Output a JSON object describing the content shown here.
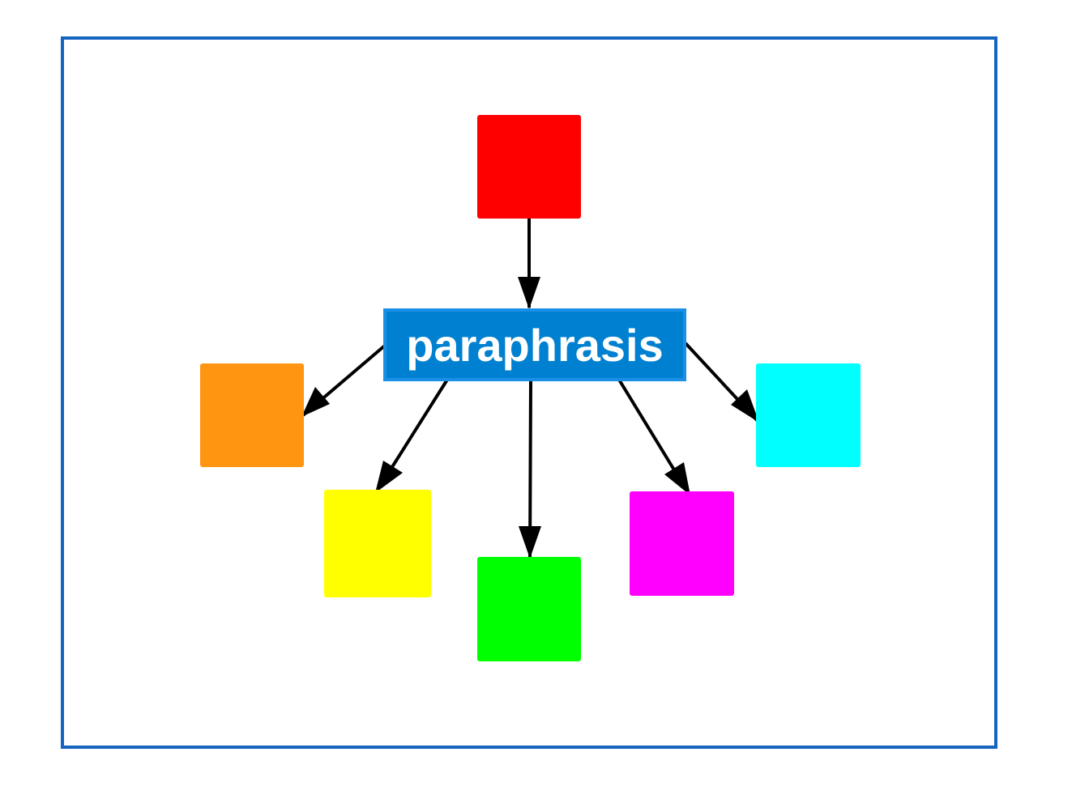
{
  "diagram": {
    "center": {
      "label": "paraphrasis",
      "fill": "#0080D0",
      "stroke": "#1A8FE8"
    },
    "frame_color": "#1565C0",
    "arrow_color": "#000000",
    "nodes": [
      {
        "id": "red",
        "color": "#FF0000",
        "edge": "incoming"
      },
      {
        "id": "orange",
        "color": "#FF9510",
        "edge": "outgoing"
      },
      {
        "id": "yellow",
        "color": "#FFFF00",
        "edge": "outgoing"
      },
      {
        "id": "green",
        "color": "#00FF00",
        "edge": "outgoing"
      },
      {
        "id": "magenta",
        "color": "#FF00FF",
        "edge": "outgoing"
      },
      {
        "id": "cyan",
        "color": "#00FFFF",
        "edge": "outgoing"
      }
    ]
  }
}
